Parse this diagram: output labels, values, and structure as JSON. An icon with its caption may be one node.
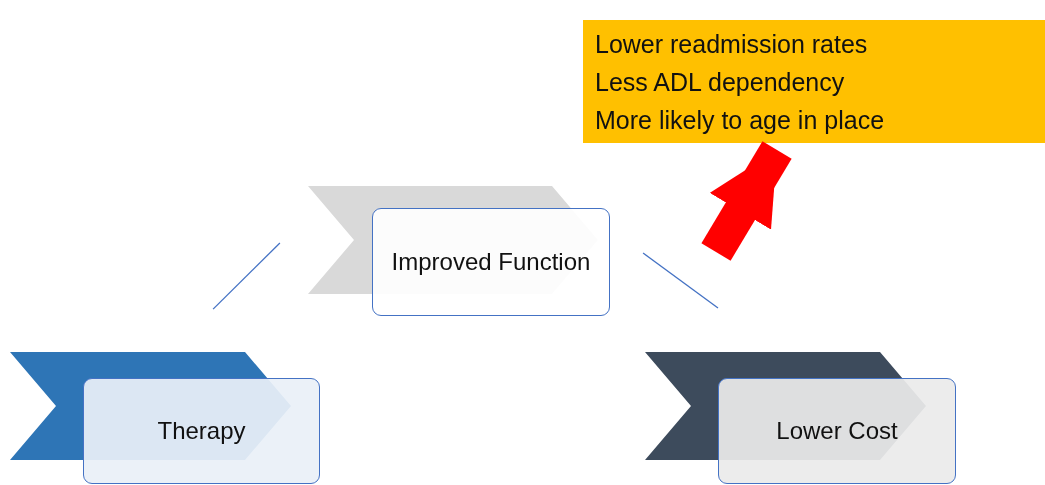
{
  "diagram": {
    "nodes": [
      {
        "text": [
          "Lower readmission rates",
          "Less ADL dependency",
          "More likely to age in place"
        ]
      },
      {
        "text": [
          "Improved Function"
        ]
      },
      {
        "text": [
          "Therapy"
        ]
      },
      {
        "text": [
          "Lower Cost"
        ]
      }
    ],
    "edges": [
      {
        "from": 2,
        "to": 1,
        "arrow": "none"
      },
      {
        "from": 1,
        "to": 3,
        "arrow": "none"
      },
      {
        "from": null,
        "to": 0,
        "arrow": "to",
        "style": "thick",
        "color": "#ff0000"
      }
    ]
  }
}
